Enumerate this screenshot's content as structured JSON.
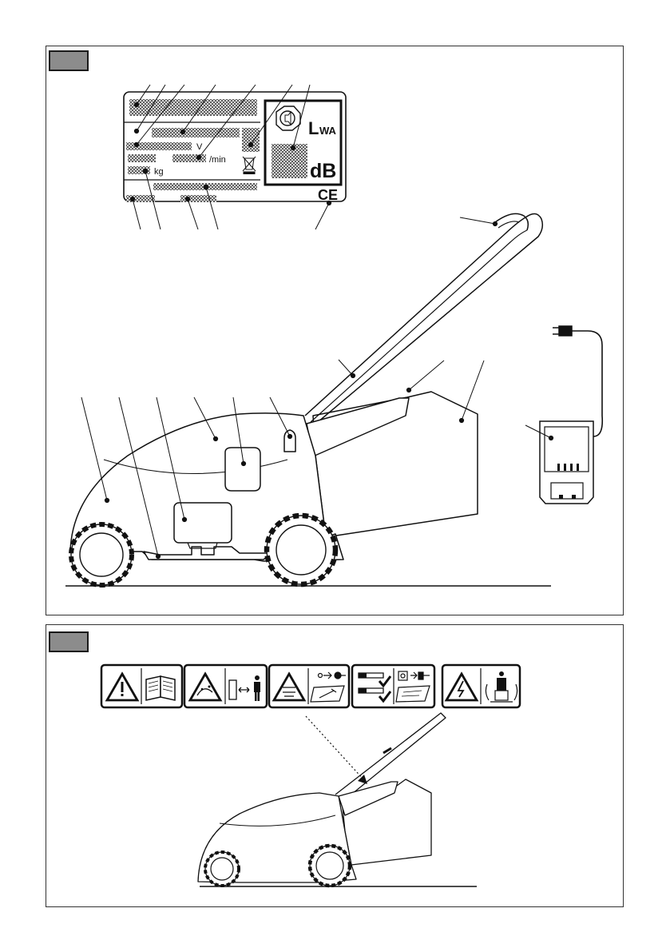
{
  "figure1": {
    "rating_plate": {
      "volt_unit": "V",
      "speed_unit": "/min",
      "weight_unit": "kg",
      "sound_power_symbol": "L",
      "sound_power_subscript": "WA",
      "sound_unit": "dB",
      "conformity_mark": "CE"
    }
  },
  "figure2": {
    "safety_labels": [
      {
        "icons": [
          "warning-triangle-icon",
          "manual-book-icon"
        ]
      },
      {
        "icons": [
          "warning-triangle-icon",
          "projectile-hazard-icon",
          "keep-distance-person-icon"
        ]
      },
      {
        "icons": [
          "warning-triangle-icon",
          "disconnect-key-icon",
          "manual-wrench-icon"
        ]
      },
      {
        "icons": [
          "dual-lever-check-icon",
          "unplug-icon",
          "manual-icon"
        ]
      },
      {
        "icons": [
          "warning-triangle-electric-icon",
          "bystander-distance-icon"
        ]
      }
    ]
  }
}
